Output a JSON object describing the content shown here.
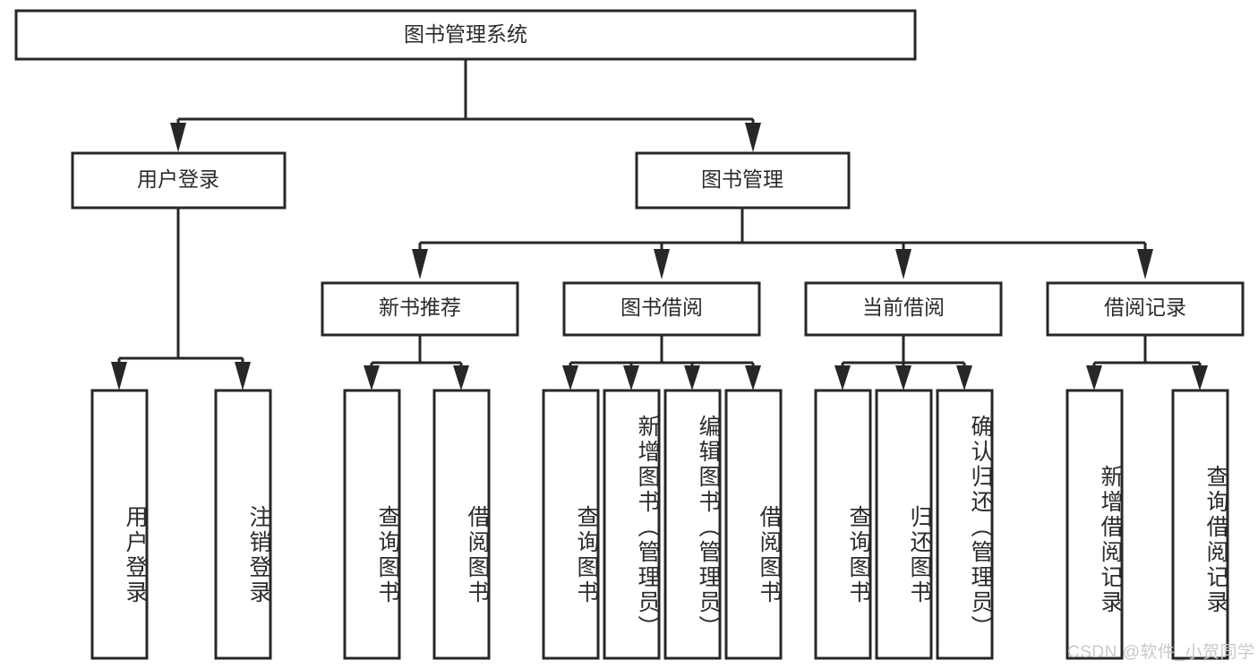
{
  "diagram": {
    "title": "图书管理系统",
    "type": "tree-hierarchy",
    "colors": {
      "stroke": "#272727",
      "fill": "#ffffff",
      "text": "#2b2b2b",
      "watermark": "#c9c9c9",
      "background": "#ffffff"
    },
    "root": {
      "label": "图书管理系统"
    },
    "level2": [
      {
        "label": "用户登录"
      },
      {
        "label": "图书管理"
      }
    ],
    "level3": [
      {
        "label": "新书推荐"
      },
      {
        "label": "图书借阅"
      },
      {
        "label": "当前借阅"
      },
      {
        "label": "借阅记录"
      }
    ],
    "leaves": {
      "user_login": [
        {
          "label": "用户登录"
        },
        {
          "label": "注销登录"
        }
      ],
      "new_book_recommend": [
        {
          "label": "查询图书"
        },
        {
          "label": "借阅图书"
        }
      ],
      "book_borrow": [
        {
          "label": "查询图书"
        },
        {
          "label": "新增图书（管理员）"
        },
        {
          "label": "编辑图书（管理员）"
        },
        {
          "label": "借阅图书"
        }
      ],
      "current_borrow": [
        {
          "label": "查询图书"
        },
        {
          "label": "归还图书"
        },
        {
          "label": "确认归还（管理员）"
        }
      ],
      "borrow_record": [
        {
          "label": "新增借阅记录"
        },
        {
          "label": "查询借阅记录"
        }
      ]
    }
  },
  "watermark": {
    "text": "CSDN @软件_小贺同学"
  }
}
